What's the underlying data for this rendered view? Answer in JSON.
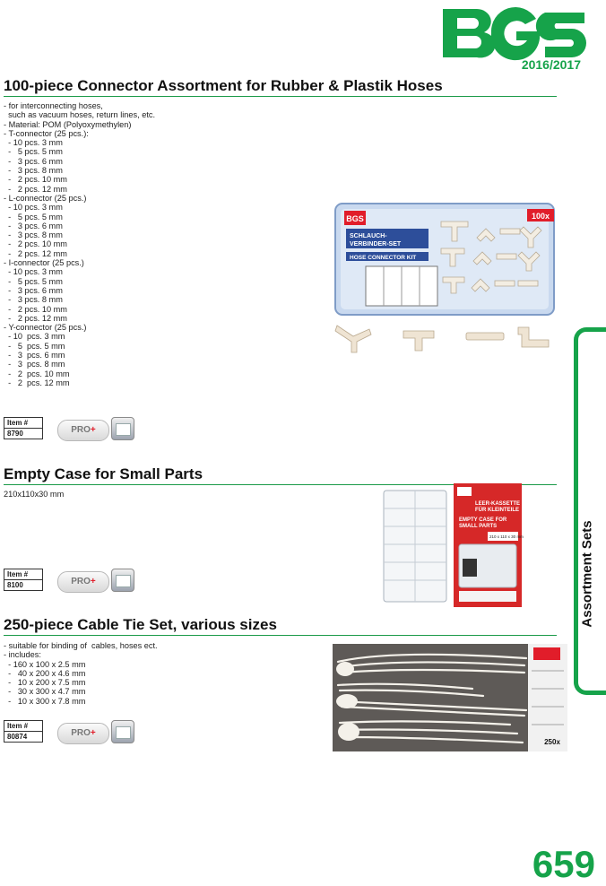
{
  "header": {
    "logo_text": "BGS",
    "year": "2016/2017"
  },
  "sections": [
    {
      "title": "100-piece Connector Assortment for Rubber & Plastik Hoses",
      "description": "- for interconnecting hoses,\n  such as vacuum hoses, return lines, etc.\n- Material: POM (Polyoxymethylen)\n- T-connector (25 pcs.):\n  - 10 pcs. 3 mm\n  -   5 pcs. 5 mm\n  -   3 pcs. 6 mm\n  -   3 pcs. 8 mm\n  -   2 pcs. 10 mm\n  -   2 pcs. 12 mm\n- L-connector (25 pcs.)\n  - 10 pcs. 3 mm\n  -   5 pcs. 5 mm\n  -   3 pcs. 6 mm\n  -   3 pcs. 8 mm\n  -   2 pcs. 10 mm\n  -   2 pcs. 12 mm\n- I-connector (25 pcs.)\n  - 10 pcs. 3 mm\n  -   5 pcs. 5 mm\n  -   3 pcs. 6 mm\n  -   3 pcs. 8 mm\n  -   2 pcs. 10 mm\n  -   2 pcs. 12 mm\n- Y-connector (25 pcs.)\n  - 10  pcs. 3 mm\n  -   5  pcs. 5 mm\n  -   3  pcs. 6 mm\n  -   3  pcs. 8 mm\n  -   2  pcs. 10 mm\n  -   2  pcs. 12 mm",
      "item_label": "Item #",
      "item_number": "8790",
      "badge": "PRO",
      "badge_plus": "+",
      "case_label": "100x",
      "case_title_1": "SCHLAUCH-",
      "case_title_2": "VERBINDER-SET",
      "case_title_3": "HOSE CONNECTOR KIT"
    },
    {
      "title": "Empty Case for Small Parts",
      "description": "210x110x30 mm",
      "item_label": "Item #",
      "item_number": "8100",
      "badge": "PRO",
      "badge_plus": "+",
      "card_title_1": "LEER-KASSETTE",
      "card_title_2": "FÜR KLEINTEILE",
      "card_title_3": "EMPTY CASE FOR",
      "card_title_4": "SMALL PARTS",
      "card_dims": "210 x 110 x 30 mm"
    },
    {
      "title": "250-piece Cable Tie Set, various sizes",
      "description": "- suitable for binding of  cables, hoses ect.\n- includes:\n  - 160 x 100 x 2.5 mm\n  -   40 x 200 x 4.6 mm\n  -   10 x 200 x 7.5 mm\n  -   30 x 300 x 4.7 mm\n  -   10 x 300 x 7.8 mm",
      "item_label": "Item #",
      "item_number": "80874",
      "badge": "PRO",
      "badge_plus": "+",
      "card_label": "250x"
    }
  ],
  "side_tab": "Assortment Sets",
  "page_number": "659",
  "colors": {
    "brand_green": "#16a34a",
    "rule_green": "#1b9a48",
    "pro_red": "#e11d2a"
  }
}
